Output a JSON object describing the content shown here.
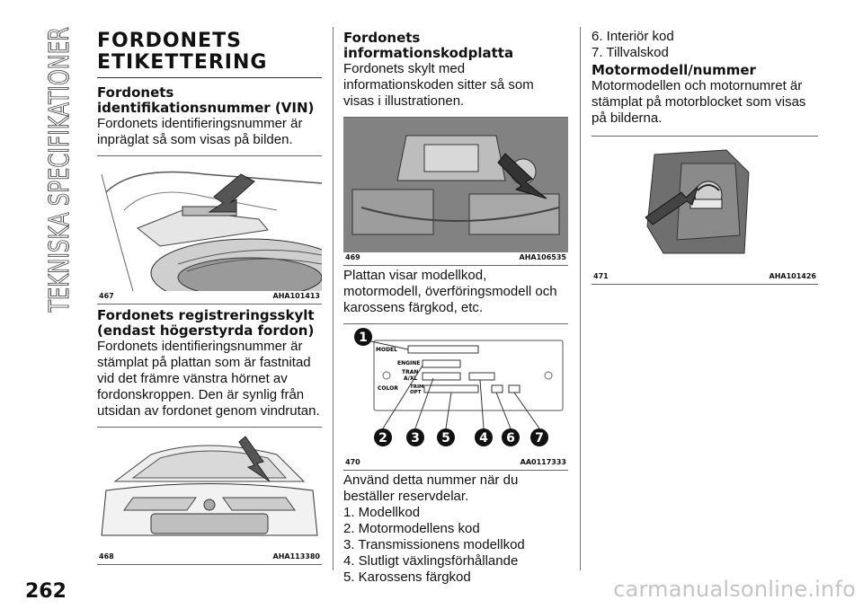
{
  "side_title": "TEKNISKA SPECIFIKATIONER",
  "page_number": "262",
  "watermark": "carmanualsonline.info",
  "col1": {
    "chapter_line1": "FORDONETS",
    "chapter_line2": "ETIKETTERING",
    "vin_heading": "Fordonets identifikationsnummer (VIN)",
    "vin_text": "Fordonets identifieringsnummer är inpräglat så som visas på bilden.",
    "fig467_num": "467",
    "fig467_code": "AHA101413",
    "reg_heading": "Fordonets registreringsskylt (endast högerstyrda fordon)",
    "reg_text": "Fordonets identifieringsnummer är stämplat på plattan som är fastnitad vid det främre vänstra hörnet av fordonskroppen. Den är synlig från utsidan av fordonet genom vindrutan.",
    "fig468_num": "468",
    "fig468_code": "AHA113380"
  },
  "col2": {
    "info_heading": "Fordonets informationskodplatta",
    "info_text": "Fordonets skylt med informationskoden sitter så som visas i illustrationen.",
    "fig469_num": "469",
    "fig469_code": "AHA106535",
    "plate_text": "Plattan visar modellkod, motormodell, överföringsmodell och karossens färgkod, etc.",
    "plate_labels": {
      "model": "MODEL",
      "engine": "ENGINE",
      "trans1": "TRAN",
      "trans2": "A/XL",
      "color": "COLOR",
      "trim1": "TRIM",
      "trim2": "OPT"
    },
    "callouts": [
      "1",
      "2",
      "3",
      "5",
      "4",
      "6",
      "7"
    ],
    "fig470_num": "470",
    "fig470_code": "AA0117333",
    "use_text": "Använd detta nummer när du beställer reservdelar.",
    "list": [
      "1. Modellkod",
      "2. Motormodellens kod",
      "3. Transmissionens modellkod",
      "4. Slutligt växlingsförhållande",
      "5. Karossens färgkod"
    ]
  },
  "col3": {
    "list": [
      "6. Interiör kod",
      "7. Tillvalskod"
    ],
    "engine_heading": "Motormodell/nummer",
    "engine_text": "Motormodellen och motornumret är stämplat på motorblocket som visas på bilderna.",
    "fig471_num": "471",
    "fig471_code": "AHA101426"
  }
}
